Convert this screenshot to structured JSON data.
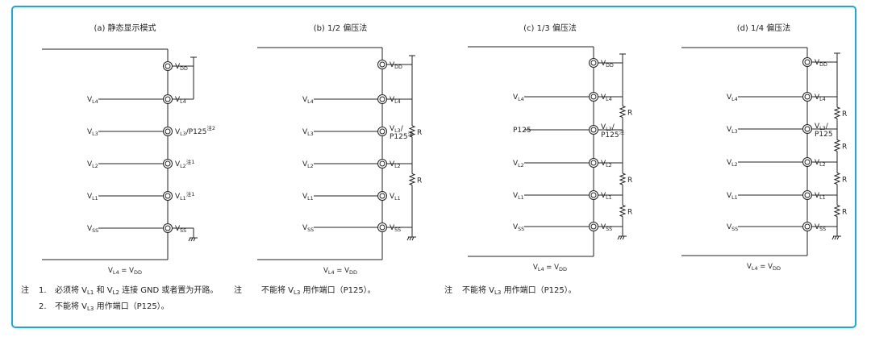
{
  "panels": [
    {
      "title": "(a) 静态显示模式",
      "left_labels": [
        "V",
        "V",
        "V",
        "V",
        "V"
      ],
      "left_subs": [
        "L4",
        "L3",
        "L2",
        "L1",
        "SS"
      ],
      "vdd_label": "V",
      "vdd_sub": "DD",
      "pin_labels": [
        {
          "main": "V",
          "sub": "L4",
          "rest": ""
        },
        {
          "main": "V",
          "sub": "L3",
          "rest": "/P125",
          "sup": "注2"
        },
        {
          "main": "V",
          "sub": "L2",
          "rest": "",
          "sup": "注1"
        },
        {
          "main": "V",
          "sub": "L1",
          "rest": "",
          "sup": "注1"
        },
        {
          "main": "V",
          "sub": "SS",
          "rest": ""
        }
      ],
      "equation": {
        "a": "V",
        "a_sub": "L4",
        "eq": " = V",
        "b_sub": "DD"
      }
    },
    {
      "title": "(b) 1/2 偏压法",
      "left_labels": [
        "V",
        "V",
        "V",
        "V",
        "V"
      ],
      "left_subs": [
        "L4",
        "L3",
        "L2",
        "L1",
        "SS"
      ],
      "vdd_label": "V",
      "vdd_sub": "DD",
      "pin_labels": [
        {
          "main": "V",
          "sub": "L4",
          "rest": ""
        },
        {
          "main": "V",
          "sub": "L3",
          "rest": "/",
          "line2": "P125",
          "sup": "注"
        },
        {
          "main": "V",
          "sub": "L2",
          "rest": ""
        },
        {
          "main": "V",
          "sub": "L1",
          "rest": ""
        },
        {
          "main": "V",
          "sub": "SS",
          "rest": ""
        }
      ],
      "resistor_label": "R",
      "equation": {
        "a": "V",
        "a_sub": "L4",
        "eq": " = V",
        "b_sub": "DD"
      }
    },
    {
      "title": "(c) 1/3 偏压法",
      "left_labels": [
        "V",
        "P125",
        "V",
        "V",
        "V"
      ],
      "left_subs": [
        "L4",
        "",
        "L2",
        "L1",
        "SS"
      ],
      "vdd_label": "V",
      "vdd_sub": "DD",
      "pin_labels": [
        {
          "main": "V",
          "sub": "L4",
          "rest": ""
        },
        {
          "main": "V",
          "sub": "L3",
          "rest": "/",
          "line2": "P125",
          "sup": "注"
        },
        {
          "main": "V",
          "sub": "L2",
          "rest": ""
        },
        {
          "main": "V",
          "sub": "L1",
          "rest": ""
        },
        {
          "main": "V",
          "sub": "SS",
          "rest": ""
        }
      ],
      "resistor_label": "R",
      "equation": {
        "a": "V",
        "a_sub": "L4",
        "eq": " = V",
        "b_sub": "DD"
      }
    },
    {
      "title": "(d) 1/4 偏压法",
      "left_labels": [
        "V",
        "V",
        "V",
        "V",
        "V"
      ],
      "left_subs": [
        "L4",
        "L3",
        "L2",
        "L1",
        "SS"
      ],
      "vdd_label": "V",
      "vdd_sub": "DD",
      "pin_labels": [
        {
          "main": "V",
          "sub": "L4",
          "rest": ""
        },
        {
          "main": "V",
          "sub": "L3",
          "rest": "/",
          "line2": "P125"
        },
        {
          "main": "V",
          "sub": "L2",
          "rest": ""
        },
        {
          "main": "V",
          "sub": "L1",
          "rest": ""
        },
        {
          "main": "V",
          "sub": "SS",
          "rest": ""
        }
      ],
      "resistor_label": "R",
      "equation": {
        "a": "V",
        "a_sub": "L4",
        "eq": " = V",
        "b_sub": "DD"
      }
    }
  ],
  "notes": {
    "marker": "注",
    "a": [
      {
        "num": "1.",
        "pre": "必须将 V",
        "s1": "L1",
        "mid": " 和 V",
        "s2": "L2",
        "post": " 连接 GND 或者置为开路。"
      },
      {
        "num": "2.",
        "pre": "不能将 V",
        "s1": "L3",
        "mid": " 用作端口（P125）。",
        "s2": "",
        "post": ""
      }
    ],
    "b": {
      "pre": "不能将 V",
      "s1": "L3",
      "post": " 用作端口（P125）。"
    },
    "c": {
      "pre": "不能将 V",
      "s1": "L3",
      "post": " 用作端口（P125）。"
    }
  }
}
